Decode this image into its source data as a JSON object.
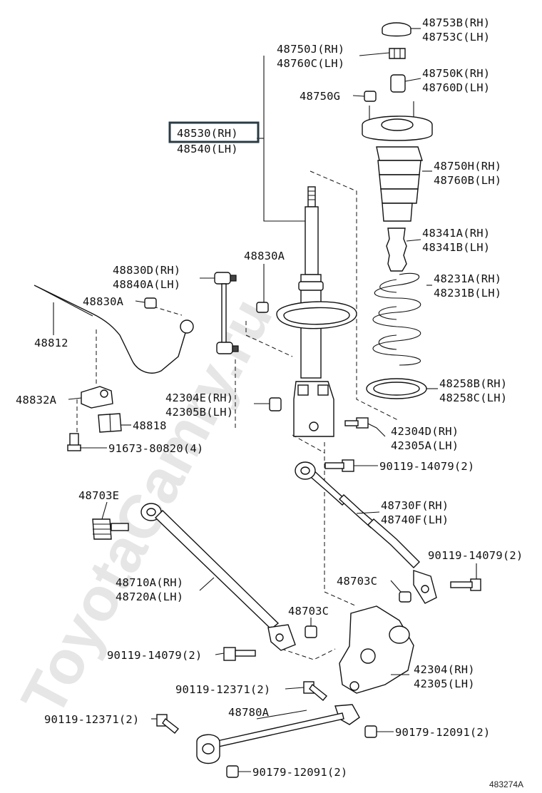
{
  "watermark": "ToyotaCamry.ru",
  "diagram_code": "483274A",
  "labels": {
    "p48753": [
      "48753B(RH)",
      "48753C(LH)"
    ],
    "p48750j": [
      "48750J(RH)",
      "48760C(LH)"
    ],
    "p48750k": [
      "48750K(RH)",
      "48760D(LH)"
    ],
    "p48750g": "48750G",
    "p48530": [
      "48530(RH)",
      "48540(LH)"
    ],
    "p48750h": [
      "48750H(RH)",
      "48760B(LH)"
    ],
    "p48341": [
      "48341A(RH)",
      "48341B(LH)"
    ],
    "p48830a_top": "48830A",
    "p48830d": [
      "48830D(RH)",
      "48840A(LH)"
    ],
    "p48830a_left": "48830A",
    "p48231": [
      "48231A(RH)",
      "48231B(LH)"
    ],
    "p48812": "48812",
    "p48258": [
      "48258B(RH)",
      "48258C(LH)"
    ],
    "p42304e": [
      "42304E(RH)",
      "42305B(LH)"
    ],
    "p48832a": "48832A",
    "p48818": "48818",
    "p42304d": [
      "42304D(RH)",
      "42305A(LH)"
    ],
    "p91673": "91673-80820(4)",
    "p90119_a": "90119-14079(2)",
    "p48703e": "48703E",
    "p48730f": [
      "48730F(RH)",
      "48740F(LH)"
    ],
    "p90119_b": "90119-14079(2)",
    "p48710a": [
      "48710A(RH)",
      "48720A(LH)"
    ],
    "p48703c_right": "48703C",
    "p48703c_mid": "48703C",
    "p90119_c": "90119-14079(2)",
    "p42304": [
      "42304(RH)",
      "42305(LH)"
    ],
    "p90119_12371_a": "90119-12371(2)",
    "p48780a": "48780A",
    "p90119_12371_b": "90119-12371(2)",
    "p90179_a": "90179-12091(2)",
    "p90179_b": "90179-12091(2)"
  },
  "colors": {
    "line": "#111111",
    "highlight_box": "#2a3b44",
    "watermark": "#e6e6e6"
  }
}
